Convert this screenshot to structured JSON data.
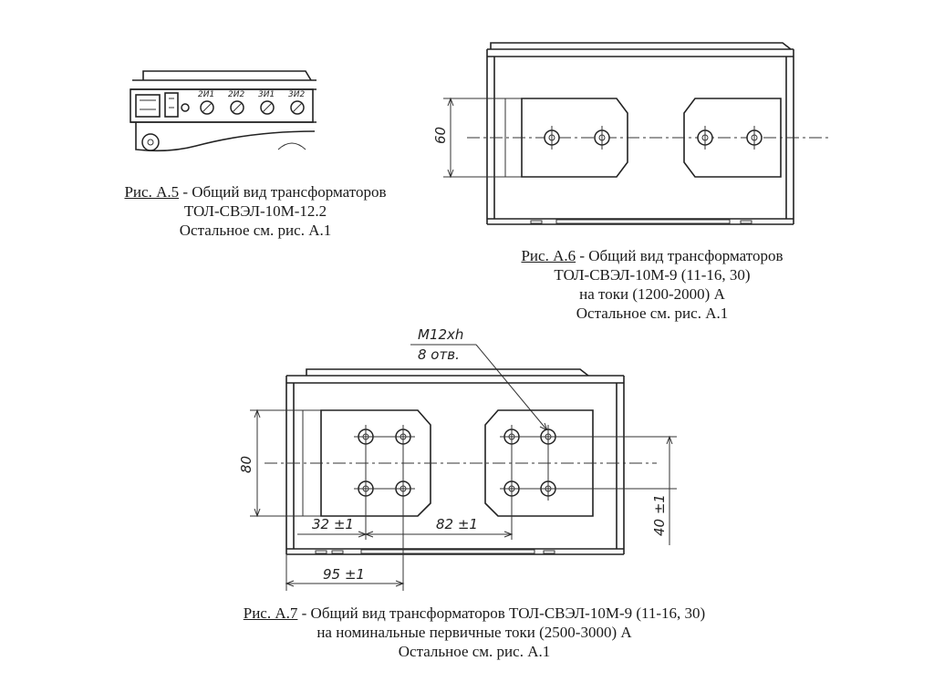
{
  "fig_a5": {
    "terminals": [
      "2И1",
      "2И2",
      "3И1",
      "3И2"
    ],
    "caption": {
      "ref": "Рис. А.5",
      "title_rest": " - Общий вид трансформаторов",
      "model": "ТОЛ-СВЭЛ-10М-12.2",
      "note": "Остальное см. рис. А.1"
    }
  },
  "fig_a6": {
    "dim_60": "60",
    "caption": {
      "ref": "Рис. А.6",
      "title_rest": " - Общий вид трансформаторов",
      "model": "ТОЛ-СВЭЛ-10М-9 (11-16, 30)",
      "currents": "на токи (1200-2000) А",
      "note": "Остальное см. рис. А.1"
    }
  },
  "fig_a7": {
    "thread": "M12xh",
    "holes": "8 отв.",
    "dim_80": "80",
    "dim_32": "32 ±1",
    "dim_82": "82 ±1",
    "dim_95": "95 ±1",
    "dim_40": "40 ±1",
    "caption": {
      "ref": "Рис. А.7",
      "title_rest": " - Общий вид трансформаторов ТОЛ-СВЭЛ-10М-9 (11-16, 30)",
      "currents": "на номинальные первичные токи (2500-3000) А",
      "note": "Остальное см. рис. А.1"
    }
  }
}
